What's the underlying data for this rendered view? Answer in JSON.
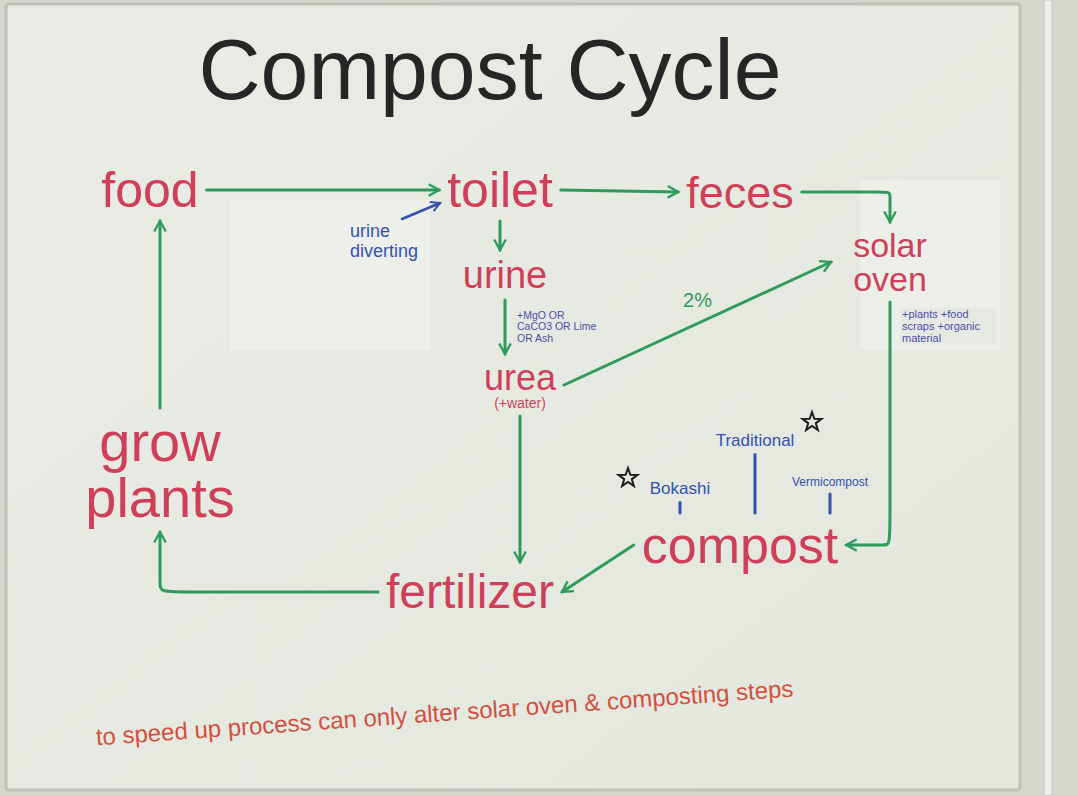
{
  "diagram": {
    "title": "Compost Cycle",
    "nodes": [
      {
        "text": [
          "food"
        ]
      },
      {
        "text": [
          "toilet"
        ]
      },
      {
        "text": [
          "feces"
        ]
      },
      {
        "text": [
          "urine"
        ]
      },
      {
        "text": [
          "solar oven"
        ]
      },
      {
        "text": [
          "urea",
          "(+water)"
        ]
      },
      {
        "text": [
          "grow plants"
        ]
      },
      {
        "text": [
          "Bokashi"
        ]
      },
      {
        "text": [
          "Traditional"
        ]
      },
      {
        "text": [
          "Vermicompost"
        ]
      },
      {
        "text": [
          "compost"
        ]
      },
      {
        "text": [
          "fertilizer"
        ]
      }
    ],
    "edges": [
      {
        "from": 0,
        "to": 1,
        "arrow": "to"
      },
      {
        "from": 1,
        "to": 2,
        "arrow": "to"
      },
      {
        "from": 2,
        "to": 4,
        "arrow": "to"
      },
      {
        "from": 1,
        "to": 3,
        "arrow": "to"
      },
      {
        "from": 3,
        "to": 5,
        "label": "+MgO OR CaCO3 OR Lime OR Ash",
        "arrow": "to"
      },
      {
        "from": 5,
        "to": 4,
        "label": "2%",
        "arrow": "to"
      },
      {
        "from": 5,
        "to": 11,
        "arrow": "to"
      },
      {
        "from": 4,
        "to": 10,
        "label": "+plants +food scraps +organic material",
        "arrow": "to"
      },
      {
        "from": 10,
        "to": 11,
        "arrow": "to"
      },
      {
        "from": 11,
        "to": 6,
        "arrow": "to"
      },
      {
        "from": 6,
        "to": 0,
        "arrow": "to"
      },
      {
        "from": 7,
        "to": 10,
        "arrow": "none"
      },
      {
        "from": 8,
        "to": 10,
        "arrow": "none"
      },
      {
        "from": 9,
        "to": 10,
        "arrow": "none"
      }
    ],
    "labels": [
      "urine diverting",
      "to speed up process can only alter solar oven & composting steps"
    ]
  }
}
